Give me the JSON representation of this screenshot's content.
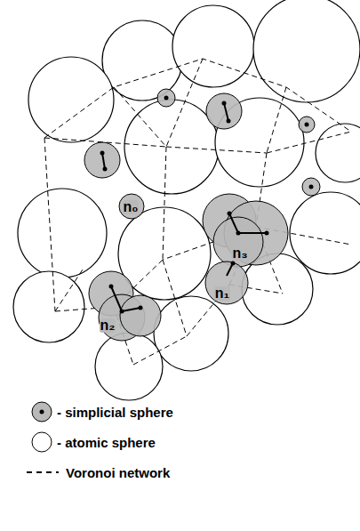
{
  "diagram": {
    "labels": [
      "n₀",
      "n₁",
      "n₂",
      "n₃"
    ],
    "legend": [
      {
        "text": "- simplicial sphere"
      },
      {
        "text": "- atomic sphere"
      },
      {
        "text": "Voronoi network"
      }
    ]
  }
}
